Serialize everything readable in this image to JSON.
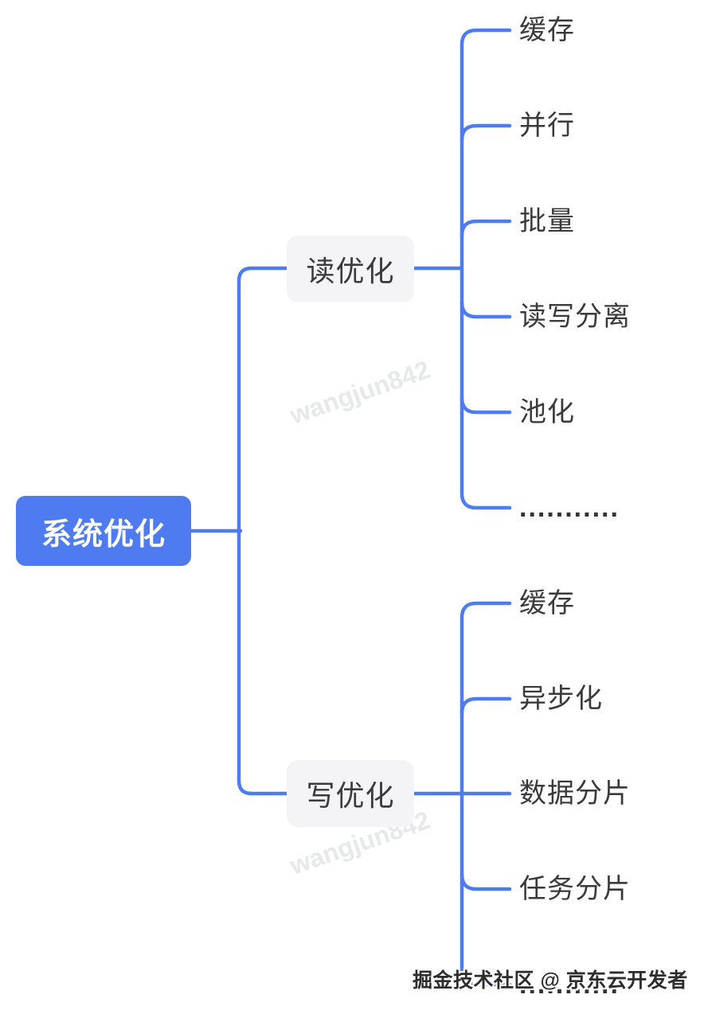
{
  "root": {
    "label": "系统优化"
  },
  "branches": [
    {
      "label": "读优化",
      "children": [
        "缓存",
        "并行",
        "批量",
        "读写分离",
        "池化",
        "..........."
      ]
    },
    {
      "label": "写优化",
      "children": [
        "缓存",
        "异步化",
        "数据分片",
        "任务分片",
        "..........."
      ]
    }
  ],
  "watermark": "wangjun842",
  "footer": "掘金技术社区 @ 京东云开发者",
  "colors": {
    "line": "#4d7bf0",
    "root_fill": "#4e7bf0",
    "root_text": "#ffffff",
    "branch_fill": "#f4f4f6",
    "branch_text": "#3b3b3e",
    "leaf_text": "#3a3a3c",
    "watermark": "#e7e8ec",
    "footer_text": "#2d2d2d",
    "background": "#ffffff"
  }
}
